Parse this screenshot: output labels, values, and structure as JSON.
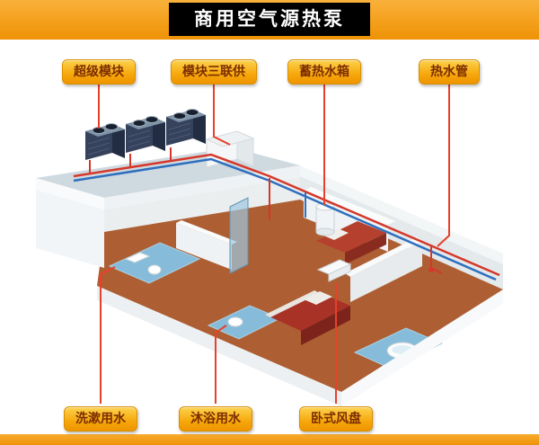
{
  "header": {
    "title": "商用空气源热泵"
  },
  "callouts": [
    {
      "label": "超级模块"
    },
    {
      "label": "模块三联供"
    },
    {
      "label": "蓄热水箱"
    },
    {
      "label": "热水管"
    },
    {
      "label": "洗漱用水"
    },
    {
      "label": "沐浴用水"
    },
    {
      "label": "卧式风盘"
    }
  ],
  "colors": {
    "banner_orange": "#f4a01b",
    "title_bg": "#000000",
    "title_text": "#ffffff",
    "label_face_orange": "#f6a80b",
    "label_border": "#d88f00",
    "label_text_brown": "#7c2d00",
    "connector_red": "#e8402a",
    "pipe_hot_red": "#d5382a",
    "pipe_cold_blue": "#2e6fbe",
    "floor_brown": "#ad5f33",
    "bathroom_tile_blue": "#86bcd9",
    "heat_pump_navy": "#36425c"
  }
}
